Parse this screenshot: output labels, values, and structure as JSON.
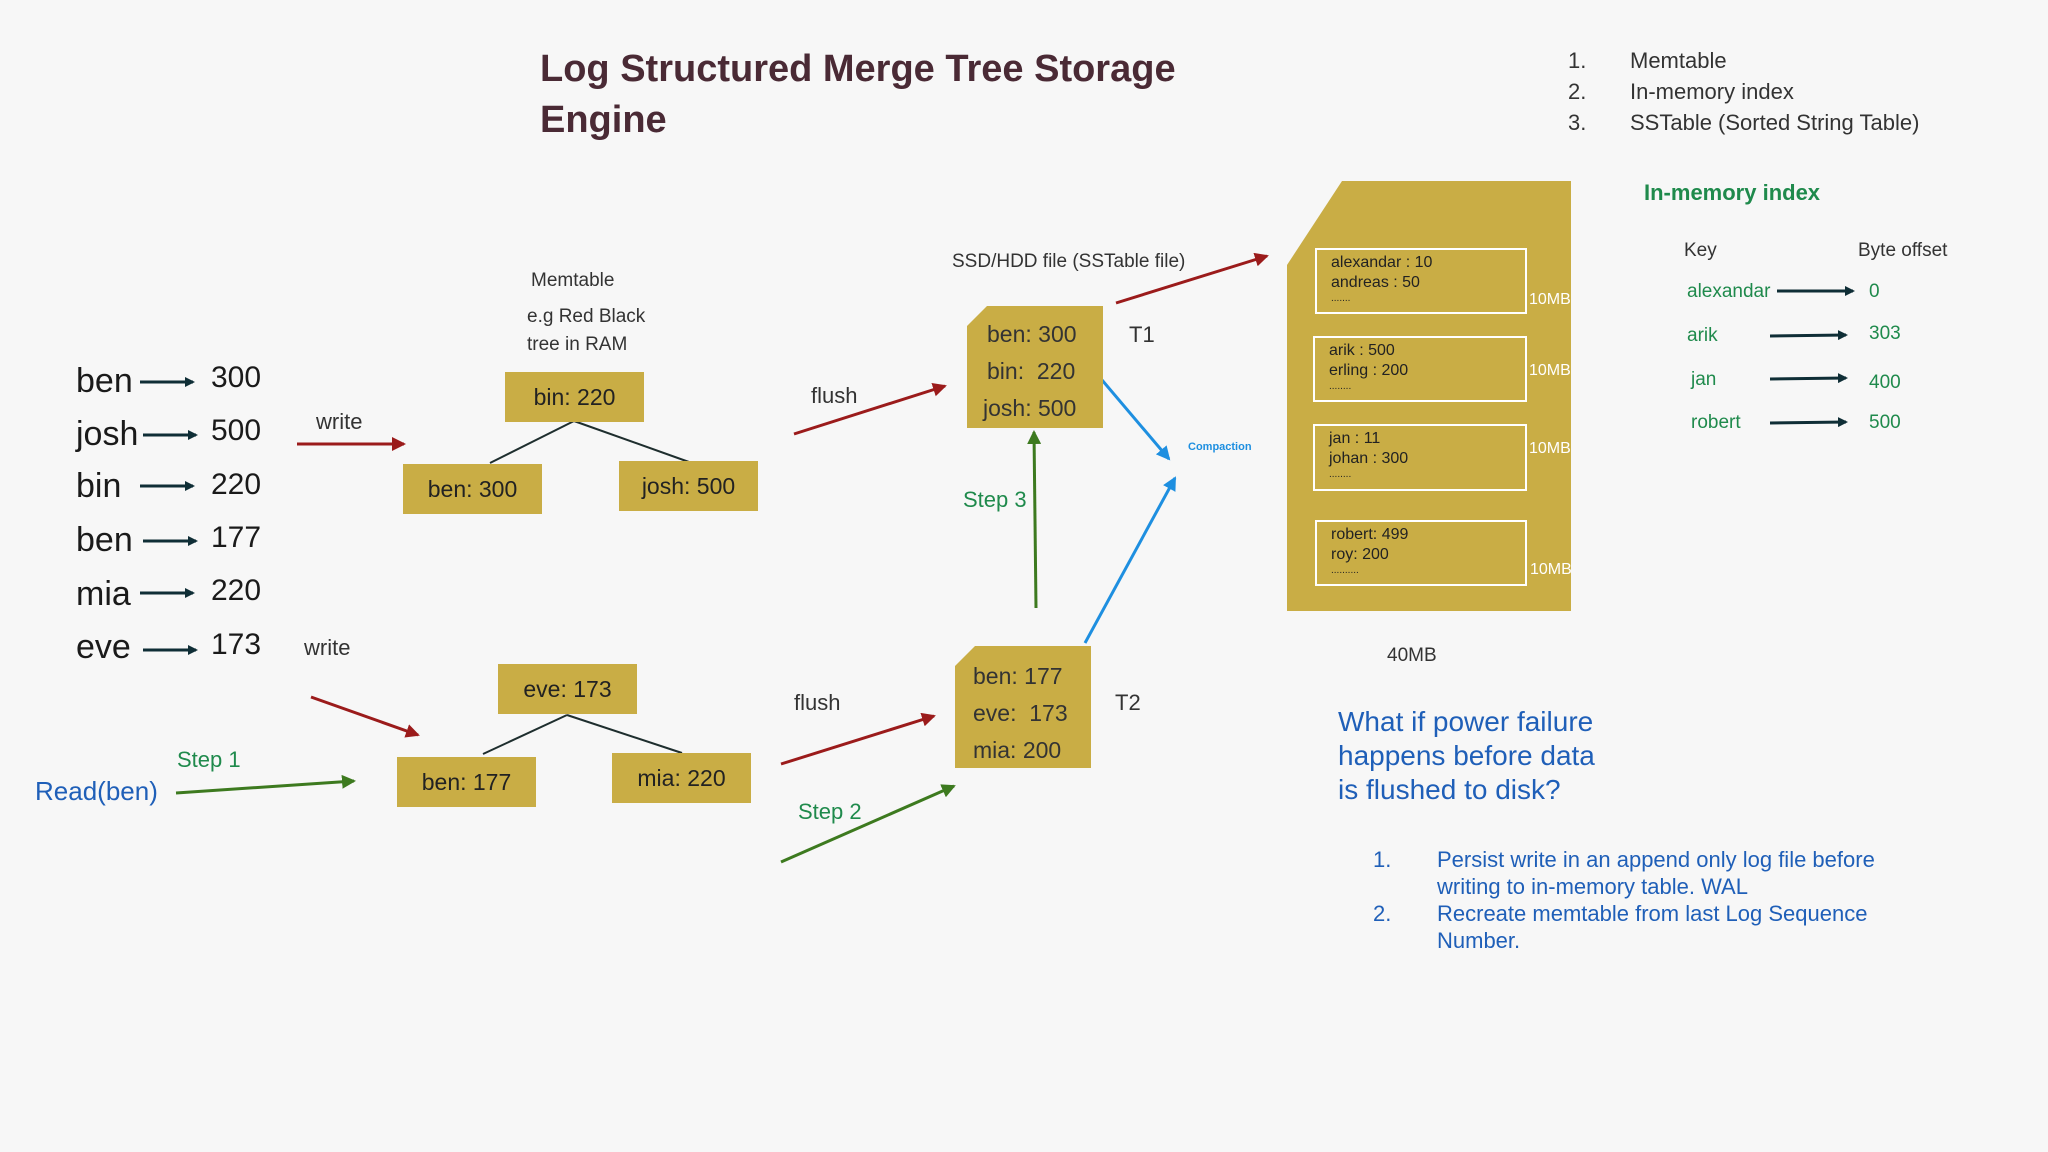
{
  "title": "Log Structured Merge Tree Storage Engine",
  "components": [
    {
      "num": "1.",
      "text": "Memtable"
    },
    {
      "num": "2.",
      "text": "In-memory index"
    },
    {
      "num": "3.",
      "text": "SSTable (Sorted String Table)"
    }
  ],
  "writes": [
    {
      "key": "ben",
      "value": "300"
    },
    {
      "key": "josh",
      "value": "500"
    },
    {
      "key": "bin",
      "value": "220"
    },
    {
      "key": "ben",
      "value": "177"
    },
    {
      "key": "mia",
      "value": "220"
    },
    {
      "key": "eve",
      "value": "173"
    }
  ],
  "labels": {
    "write": "write",
    "flush": "flush",
    "memtable": "Memtable",
    "memtable_desc_1": "e.g Red Black",
    "memtable_desc_2": "tree in RAM",
    "sstable_file": "SSD/HDD file (SSTable file)",
    "t1": "T1",
    "t2": "T2",
    "compaction": "Compaction",
    "total_size": "40MB",
    "step1": "Step 1",
    "step2": "Step 2",
    "step3": "Step 3",
    "read": "Read(ben)"
  },
  "tree1": {
    "root": "bin: 220",
    "left": "ben: 300",
    "right": "josh: 500"
  },
  "tree2": {
    "root": "eve: 173",
    "left": "ben: 177",
    "right": "mia: 220"
  },
  "sstable_t1": [
    "ben: 300",
    "bin:  220",
    "josh: 500"
  ],
  "sstable_t2": [
    "ben: 177",
    "eve:  173",
    "mia: 200"
  ],
  "segments": [
    {
      "lines": [
        "alexandar : 10",
        "andreas : 50",
        "......."
      ],
      "size": "10MB"
    },
    {
      "lines": [
        "arik : 500",
        "erling : 200",
        "........"
      ],
      "size": "10MB"
    },
    {
      "lines": [
        "jan : 11",
        "johan : 300",
        "........"
      ],
      "size": "10MB"
    },
    {
      "lines": [
        "robert: 499",
        "roy: 200",
        ".........."
      ],
      "size": "10MB"
    }
  ],
  "index": {
    "title": "In-memory index",
    "key_header": "Key",
    "offset_header": "Byte offset",
    "rows": [
      {
        "key": "alexandar",
        "offset": "0"
      },
      {
        "key": "arik",
        "offset": "303"
      },
      {
        "key": "jan",
        "offset": "400"
      },
      {
        "key": "robert",
        "offset": "500"
      }
    ]
  },
  "power_failure": {
    "question_1": "What if power failure",
    "question_2": "happens before data",
    "question_3": "is flushed to disk?",
    "answers": [
      {
        "num": "1.",
        "line1": "Persist write in an append only log file before",
        "line2": "writing to in-memory table. WAL"
      },
      {
        "num": "2.",
        "line1": "Recreate memtable from last Log Sequence",
        "line2": "Number."
      }
    ]
  },
  "colors": {
    "gold": "#c9ad45",
    "dark_red": "#9b1b1b",
    "dark_green": "#3d7a1f",
    "teal_green": "#1f8a4c",
    "blue": "#1f5fb8",
    "light_blue": "#1e8fe0",
    "title": "#4a2a35"
  }
}
